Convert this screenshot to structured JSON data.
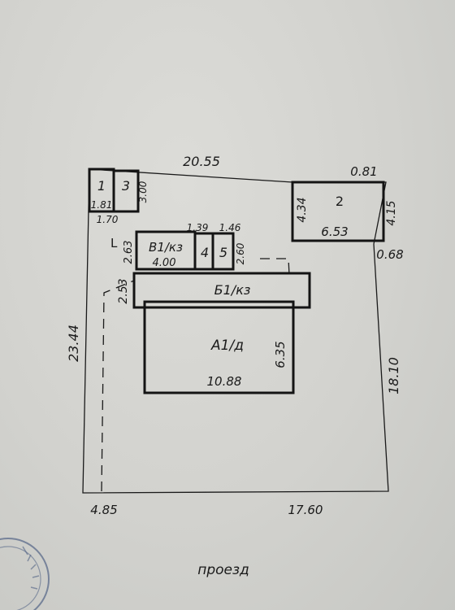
{
  "plot": {
    "top": "20.55",
    "top_right_offset": "0.81",
    "left": "23.44",
    "right": "18.10",
    "right_offset": "0.68",
    "bottom_left": "4.85",
    "bottom_right": "17.60"
  },
  "buildings": {
    "b1": {
      "label": "1",
      "dim_w": "1.81",
      "dim_h": "1.70"
    },
    "b3": {
      "label": "3",
      "dim_h": "3.00"
    },
    "b2": {
      "label": "2",
      "dim_w": "6.53",
      "dim_h_left": "4.34",
      "dim_h_right": "4.15"
    },
    "v1": {
      "label": "В1/кз",
      "dim_w": "4.00",
      "dim_h": "2.63"
    },
    "b4": {
      "label": "4",
      "dim_w": "1.39"
    },
    "b5": {
      "label": "5",
      "dim_w": "1.46",
      "dim_h": "2.60"
    },
    "b_1": {
      "label": "Б1/кз",
      "dim_h": "2.53"
    },
    "a1": {
      "label": "А1/д",
      "dim_w": "10.88",
      "dim_h": "6.35"
    }
  },
  "marker": "L",
  "road_label": "проезд",
  "colors": {
    "ink": "#1a1a1a",
    "hatch": "#2e7d32",
    "paper": "#d4d4d0"
  }
}
